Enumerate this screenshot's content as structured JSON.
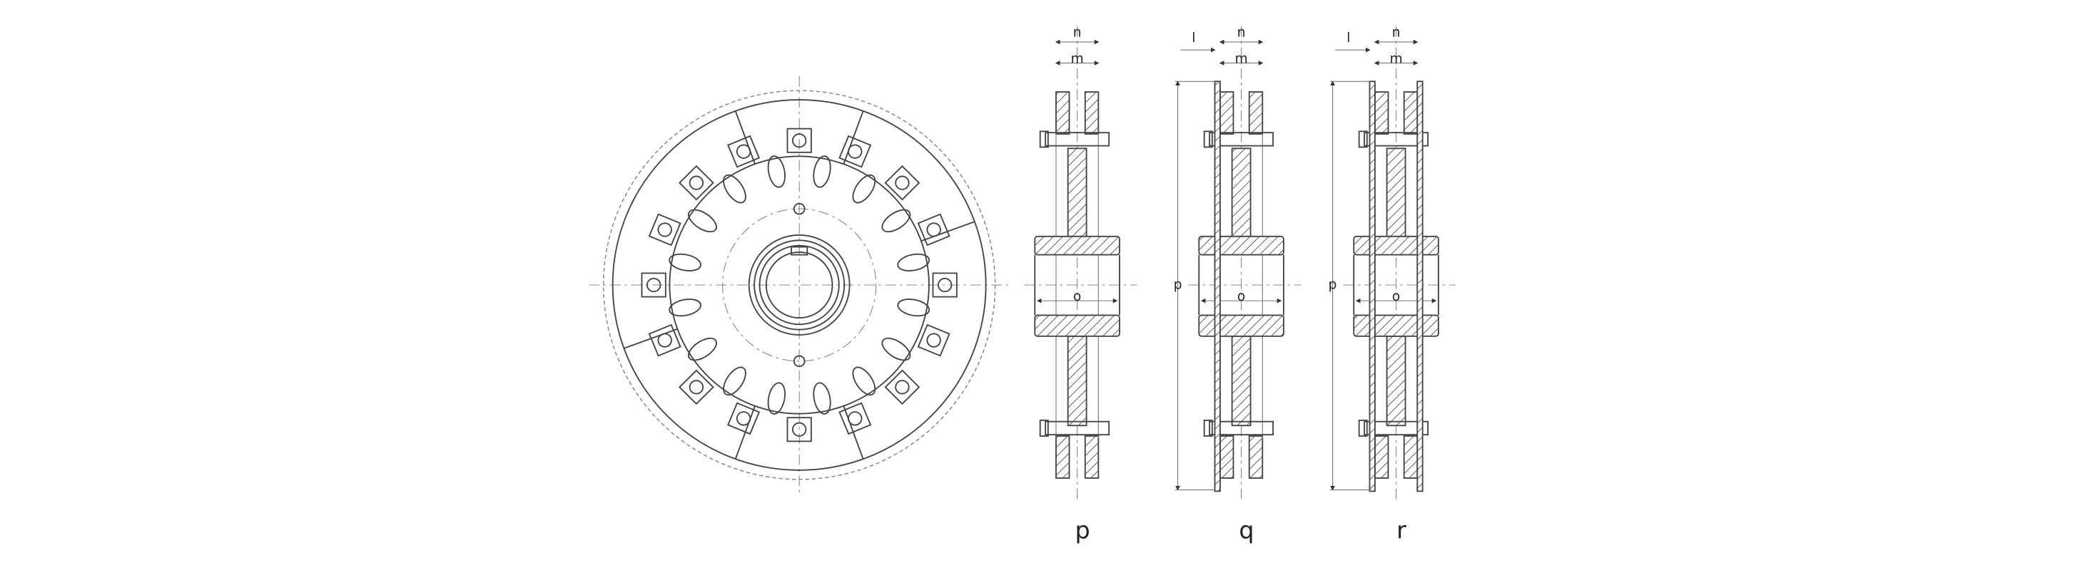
{
  "dimensions": {
    "n": "n",
    "m": "m",
    "l": "l",
    "o": "o",
    "p": "p"
  },
  "views": [
    {
      "id": "p",
      "caption": "p"
    },
    {
      "id": "q",
      "caption": "q"
    },
    {
      "id": "r",
      "caption": "r"
    }
  ],
  "front_view": {
    "bolt_count": 16
  }
}
